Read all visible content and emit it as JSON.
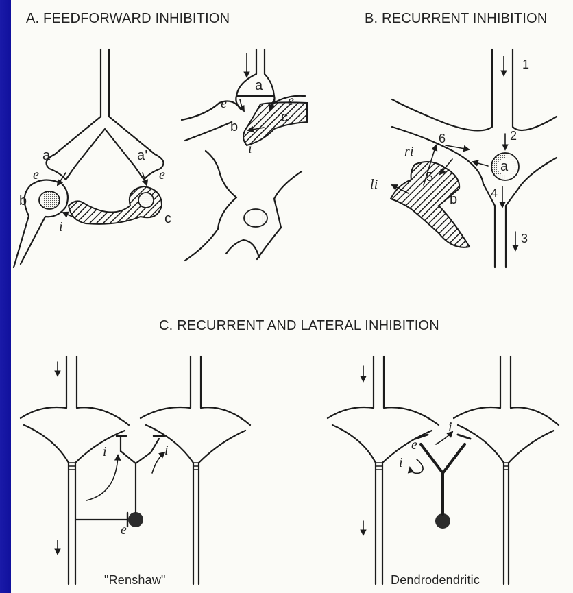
{
  "panels": {
    "a": {
      "title": "A. FEEDFORWARD INHIBITION"
    },
    "b": {
      "title": "B. RECURRENT INHIBITION"
    },
    "c": {
      "title": "C. RECURRENT AND LATERAL INHIBITION"
    }
  },
  "labels": {
    "a_left": {
      "a": "a",
      "a_prime": "a'",
      "b": "b",
      "c": "c",
      "e1": "e",
      "e2": "e",
      "i": "i"
    },
    "a_right": {
      "a": "a",
      "b": "b",
      "c": "c",
      "e1": "e",
      "e2": "e",
      "i": "i"
    },
    "b": {
      "n1": "1",
      "n2": "2",
      "n3": "3",
      "n4": "4",
      "n5": "5",
      "n6": "6",
      "a": "a",
      "b": "b",
      "ri": "ri",
      "li": "li"
    },
    "c_left": {
      "i1": "i",
      "i2": "i",
      "e": "e",
      "caption": "\"Renshaw\""
    },
    "c_right": {
      "i1": "i",
      "i2": "i",
      "e": "e",
      "caption": "Dendrodendritic"
    }
  },
  "colors": {
    "background": "#0e0e9a",
    "paper": "#fbfbf7",
    "ink": "#1b1b1b"
  }
}
